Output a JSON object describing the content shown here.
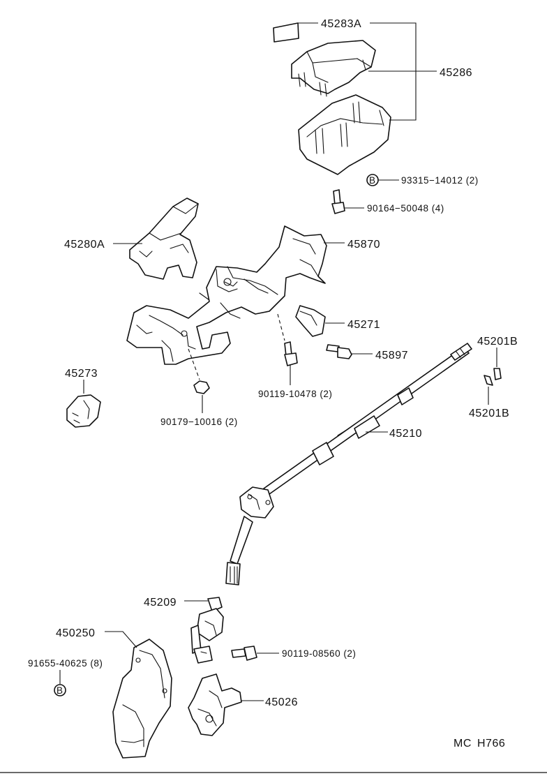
{
  "parts": {
    "p45283A": "45283A",
    "p45286": "45286",
    "p93315": "93315−14012 (2)",
    "p90164": "90164−50048 (4)",
    "p45280A": "45280A",
    "p45870": "45870",
    "p45271": "45271",
    "p45897": "45897",
    "p45201B_top": "45201B",
    "p45201B_bottom": "45201B",
    "p45273": "45273",
    "p90119_10478": "90119-10478 (2)",
    "p90179": "90179−10016 (2)",
    "p45210": "45210",
    "p45209": "45209",
    "p450250": "450250",
    "p91655": "91655-40625 (8)",
    "p90119_08560": "90119-08560 (2)",
    "p45026": "45026"
  },
  "markers": {
    "b_top": "B",
    "b_bottom": "B"
  },
  "code": {
    "left": "MC",
    "right": "H766"
  }
}
